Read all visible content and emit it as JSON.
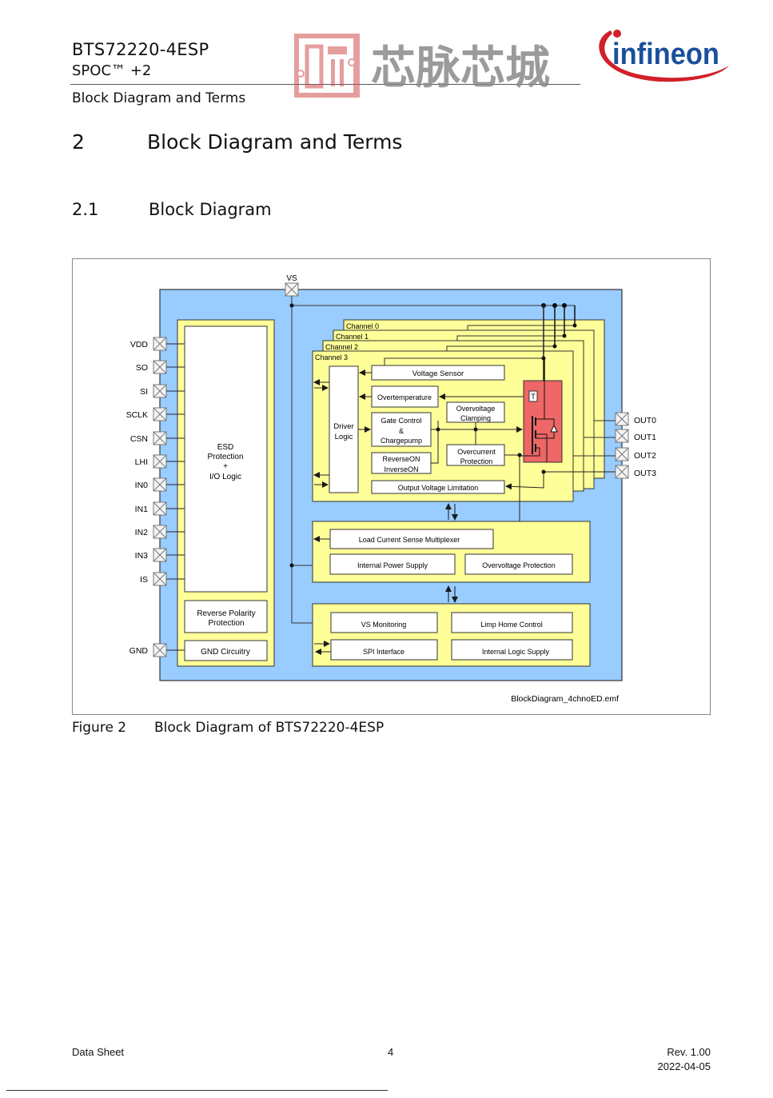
{
  "header": {
    "product": "BTS72220-4ESP",
    "family": "SPOC™ +2",
    "section": "Block Diagram and Terms",
    "watermark_text": "芯脉芯城",
    "logo_text": "infineon"
  },
  "headings": {
    "h1_number": "2",
    "h1_title": "Block Diagram and Terms",
    "h2_number": "2.1",
    "h2_title": "Block Diagram"
  },
  "diagram": {
    "colors": {
      "chip_bg": "#99ccff",
      "block_bg": "#ffff99",
      "power_stage": "#ee6666",
      "box_bg": "#ffffff",
      "line": "#1a1a1a"
    },
    "supply_pin": "VS",
    "left_pins": [
      "VDD",
      "SO",
      "SI",
      "SCLK",
      "CSN",
      "LHI",
      "IN0",
      "IN1",
      "IN2",
      "IN3",
      "IS"
    ],
    "gnd_pin": "GND",
    "right_pins": [
      "OUT0",
      "OUT1",
      "OUT2",
      "OUT3"
    ],
    "io_block": {
      "line1": "ESD",
      "line2": "Protection",
      "line3": "+",
      "line4": "I/O Logic"
    },
    "reverse_polarity": {
      "line1": "Reverse Polarity",
      "line2": "Protection"
    },
    "gnd_circuitry": "GND Circuitry",
    "channels": [
      "Channel 0",
      "Channel 1",
      "Channel 2",
      "Channel 3"
    ],
    "channel_blocks": {
      "driver_logic_1": "Driver",
      "driver_logic_2": "Logic",
      "voltage_sensor": "Voltage Sensor",
      "overtemperature": "Overtemperature",
      "overvoltage_clamping_1": "Overvoltage",
      "overvoltage_clamping_2": "Clamping",
      "gate_control_1": "Gate Control",
      "gate_control_2": "&",
      "gate_control_3": "Chargepump",
      "overcurrent_1": "Overcurrent",
      "overcurrent_2": "Protection",
      "reverse_on_1": "ReverseON",
      "reverse_on_2": "InverseON",
      "output_voltage_limitation": "Output Voltage Limitation",
      "temp_sensor_label": "T"
    },
    "middle_blocks": {
      "load_current_sense": "Load Current Sense Multiplexer",
      "internal_power_supply": "Internal Power Supply",
      "overvoltage_protection": "Overvoltage Protection"
    },
    "bottom_blocks": {
      "vs_monitoring": "VS Monitoring",
      "limp_home": "Limp Home Control",
      "spi_interface": "SPI Interface",
      "internal_logic_supply": "Internal Logic Supply"
    },
    "file_name": "BlockDiagram_4chnoED.emf"
  },
  "figure": {
    "number": "Figure 2",
    "caption": "Block Diagram of BTS72220-4ESP"
  },
  "footer": {
    "doc_type": "Data Sheet",
    "page": "4",
    "revision": "Rev. 1.00",
    "date": "2022-04-05"
  }
}
